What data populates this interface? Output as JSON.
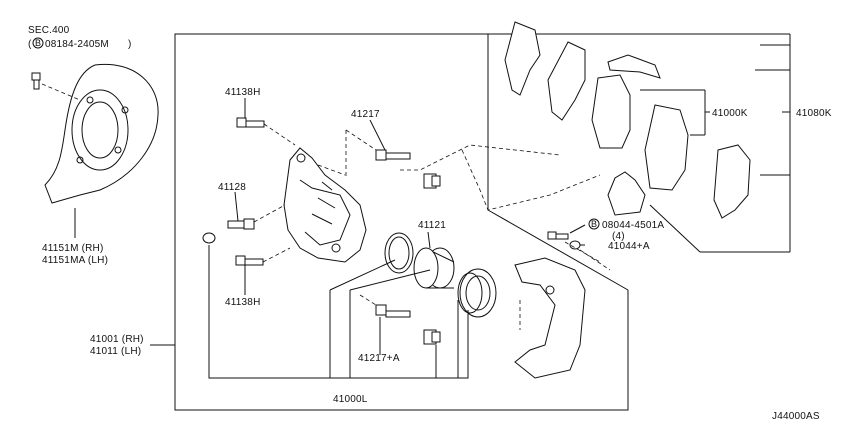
{
  "parts": {
    "sec_ref": "SEC.400",
    "bolt_ref": "08184-2405M",
    "dust_shield_rh": "41151M (RH)",
    "dust_shield_lh": "41151MA (LH)",
    "caliper_bolt_upper": "41138H",
    "caliper_bolt_lower": "41138H",
    "bleeder": "41128",
    "pin_upper": "41217",
    "pin_lower": "41217+A",
    "piston": "41121",
    "seal_kit": "41000L",
    "caliper_rh": "41001 (RH)",
    "caliper_lh": "41011 (LH)",
    "pad_kit": "41000K",
    "pad_hardware": "41080K",
    "torque_bolt": "08044-4501A",
    "torque_bolt_qty": "(4)",
    "torque_member": "41044+A",
    "circle_b": "B"
  },
  "diagram_code": "J44000AS"
}
